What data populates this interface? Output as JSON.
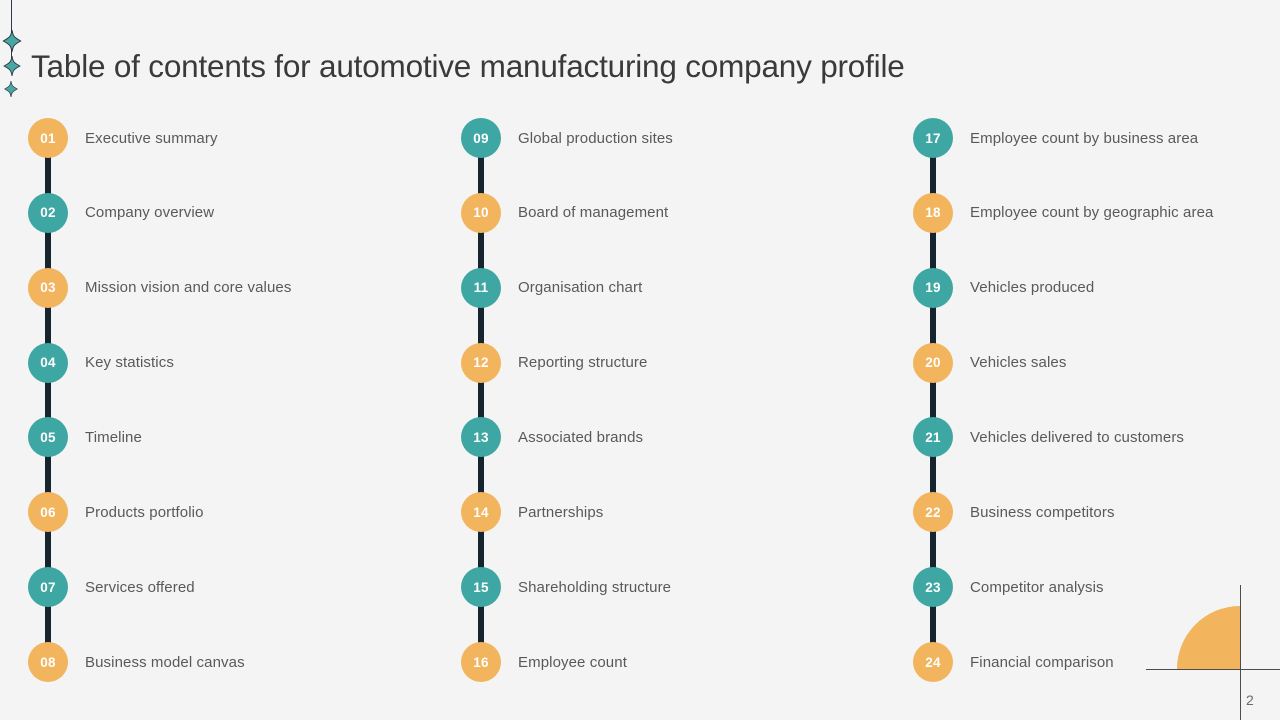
{
  "slide": {
    "title": "Table of contents for automotive manufacturing company profile",
    "page_number": "2"
  },
  "colors": {
    "teal": "#3fa7a3",
    "orange": "#f2b45c",
    "connector_navy": "#16242f",
    "background": "#f4f4f4",
    "title_text": "#3a3a3a",
    "label_text": "#595959"
  },
  "icons": {
    "sparkle_glyph": "✦"
  },
  "columns": [
    {
      "items": [
        {
          "number": "01",
          "label": "Executive summary",
          "color": "orange"
        },
        {
          "number": "02",
          "label": "Company overview",
          "color": "teal"
        },
        {
          "number": "03",
          "label": "Mission vision and core values",
          "color": "orange"
        },
        {
          "number": "04",
          "label": "Key statistics",
          "color": "teal"
        },
        {
          "number": "05",
          "label": "Timeline",
          "color": "teal"
        },
        {
          "number": "06",
          "label": "Products portfolio",
          "color": "orange"
        },
        {
          "number": "07",
          "label": "Services offered",
          "color": "teal"
        },
        {
          "number": "08",
          "label": "Business model canvas",
          "color": "orange"
        }
      ]
    },
    {
      "items": [
        {
          "number": "09",
          "label": "Global production sites",
          "color": "teal"
        },
        {
          "number": "10",
          "label": "Board of management",
          "color": "orange"
        },
        {
          "number": "11",
          "label": "Organisation chart",
          "color": "teal"
        },
        {
          "number": "12",
          "label": "Reporting structure",
          "color": "orange"
        },
        {
          "number": "13",
          "label": "Associated brands",
          "color": "teal"
        },
        {
          "number": "14",
          "label": "Partnerships",
          "color": "orange"
        },
        {
          "number": "15",
          "label": "Shareholding structure",
          "color": "teal"
        },
        {
          "number": "16",
          "label": "Employee count",
          "color": "orange"
        }
      ]
    },
    {
      "items": [
        {
          "number": "17",
          "label": "Employee count by business area",
          "color": "teal"
        },
        {
          "number": "18",
          "label": "Employee count by geographic area",
          "color": "orange"
        },
        {
          "number": "19",
          "label": "Vehicles produced",
          "color": "teal"
        },
        {
          "number": "20",
          "label": "Vehicles sales",
          "color": "orange"
        },
        {
          "number": "21",
          "label": "Vehicles delivered to customers",
          "color": "teal"
        },
        {
          "number": "22",
          "label": "Business competitors",
          "color": "orange"
        },
        {
          "number": "23",
          "label": "Competitor analysis",
          "color": "teal"
        },
        {
          "number": "24",
          "label": "Financial comparison",
          "color": "orange"
        }
      ]
    }
  ]
}
